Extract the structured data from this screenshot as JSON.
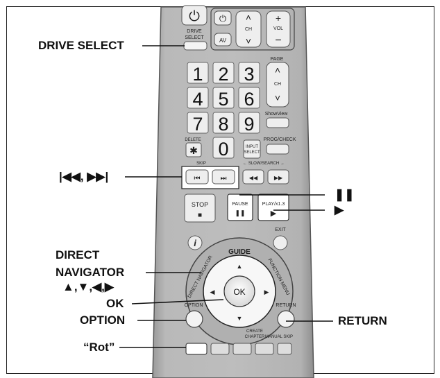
{
  "remote": {
    "buttons": {
      "power": "⏻",
      "drive_select": "DRIVE\nSELECT",
      "tv_power": "⏻",
      "ch_up": "˄",
      "ch": "CH",
      "ch_down": "˅",
      "vol_plus": "+",
      "vol": "VOL",
      "vol_minus": "−",
      "av": "AV",
      "page": "PAGE",
      "page_ch": "CH",
      "digits": [
        "1",
        "2",
        "3",
        "4",
        "5",
        "6",
        "7",
        "8",
        "9",
        "0"
      ],
      "show_view": "ShowView",
      "delete": "DELETE",
      "delete_star": "✱",
      "input_select": "INPUT\nSELECT",
      "prog_check": "PROG/CHECK",
      "skip": "SKIP",
      "slow_search": "← SLOW/SEARCH →",
      "skip_back_icon": "⏮",
      "skip_fwd_icon": "⏭",
      "rew_icon": "◀◀",
      "ff_icon": "▶▶",
      "stop": "STOP",
      "stop_icon": "■",
      "pause": "PAUSE",
      "pause_icon": "❚❚",
      "play": "PLAY/x1.3",
      "play_icon": "▶",
      "info": "i",
      "exit": "EXIT",
      "guide": "GUIDE",
      "direct_navigator": "DIRECT NAVIGATOR",
      "function_menu": "FUNCTION MENU",
      "ok": "OK",
      "option": "OPTION",
      "return": "RETURN",
      "create_chapter": "CREATE\nCHAPTER",
      "manual_skip": "MANUAL SKIP"
    }
  },
  "callouts": {
    "drive_select": "DRIVE SELECT",
    "skip": "|◀◀, ▶▶|",
    "pause": "❚❚",
    "play": "▶",
    "direct_navigator_1": "DIRECT",
    "direct_navigator_2": "NAVIGATOR",
    "arrows": "▲,▼,◀,▶",
    "ok": "OK",
    "option": "OPTION",
    "return": "RETURN",
    "rot": "“Rot”"
  }
}
